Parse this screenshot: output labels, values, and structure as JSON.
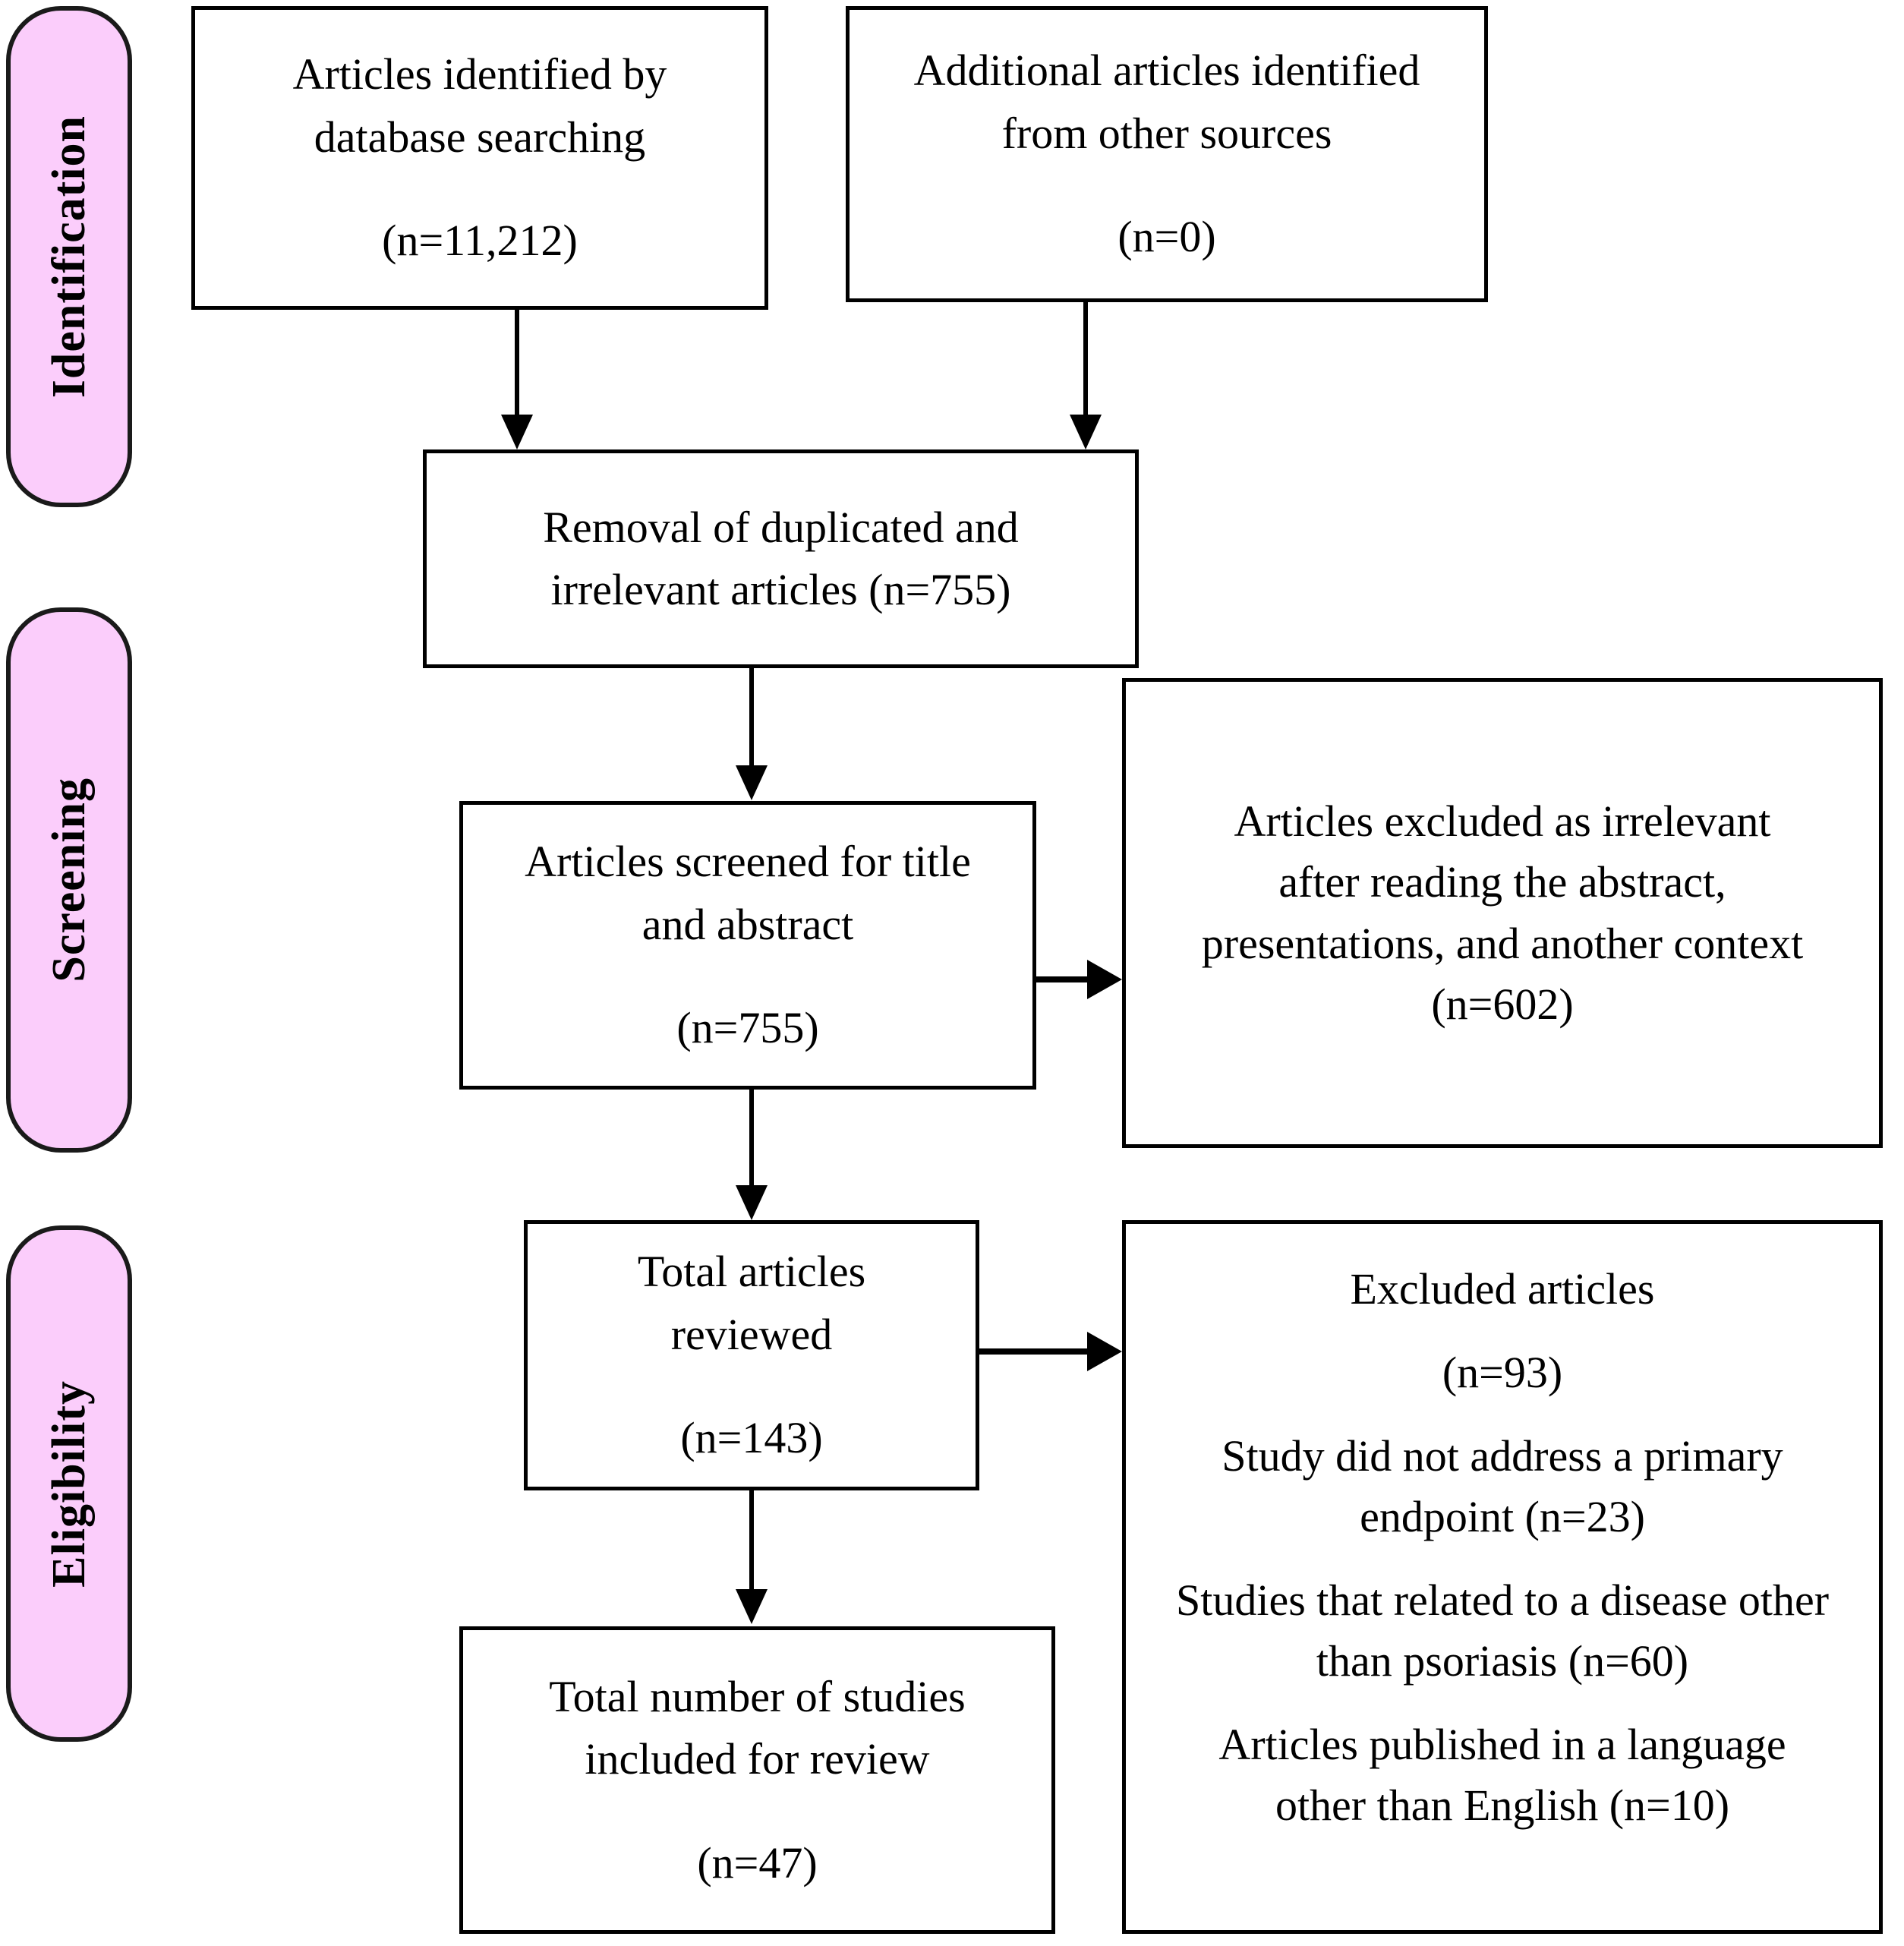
{
  "diagram": {
    "type": "prisma-flow-diagram",
    "title": "PRISMA study selection flow diagram"
  },
  "stages": [
    {
      "label": "Identification"
    },
    {
      "label": "Screening"
    },
    {
      "label": "Eligibility"
    }
  ],
  "boxes": {
    "identified_database": {
      "line1": "Articles identified by",
      "line2": "database searching",
      "count": "(n=11,212)"
    },
    "identified_other": {
      "line1": "Additional articles identified",
      "line2": "from other sources",
      "count": "(n=0)"
    },
    "duplicates_removed": {
      "line1": "Removal of duplicated and",
      "line2": "irrelevant articles (n=755)"
    },
    "screened": {
      "line1": "Articles screened for title",
      "line2": "and abstract",
      "count": "(n=755)"
    },
    "excluded_screening": {
      "line1": "Articles excluded as irrelevant",
      "line2": "after reading the abstract,",
      "line3": "presentations, and another context",
      "count": "(n=602)"
    },
    "reviewed": {
      "line1": "Total articles",
      "line2": "reviewed",
      "count": "(n=143)"
    },
    "excluded_eligibility": {
      "heading": "Excluded articles",
      "count": "(n=93)",
      "reason1_line1": "Study did not address a primary",
      "reason1_line2": "endpoint (n=23)",
      "reason2_line1": "Studies that related to a disease other",
      "reason2_line2": "than psoriasis (n=60)",
      "reason3_line1": "Articles published in a language",
      "reason3_line2": "other than English (n=10)"
    },
    "included": {
      "line1": "Total number of studies",
      "line2": "included for review",
      "count": "(n=47)"
    }
  },
  "colors": {
    "stage_fill": "#FBCDFB",
    "stage_border": "#1A1A1A",
    "box_border": "#000000",
    "box_fill": "#FFFFFF",
    "text": "#000000"
  }
}
